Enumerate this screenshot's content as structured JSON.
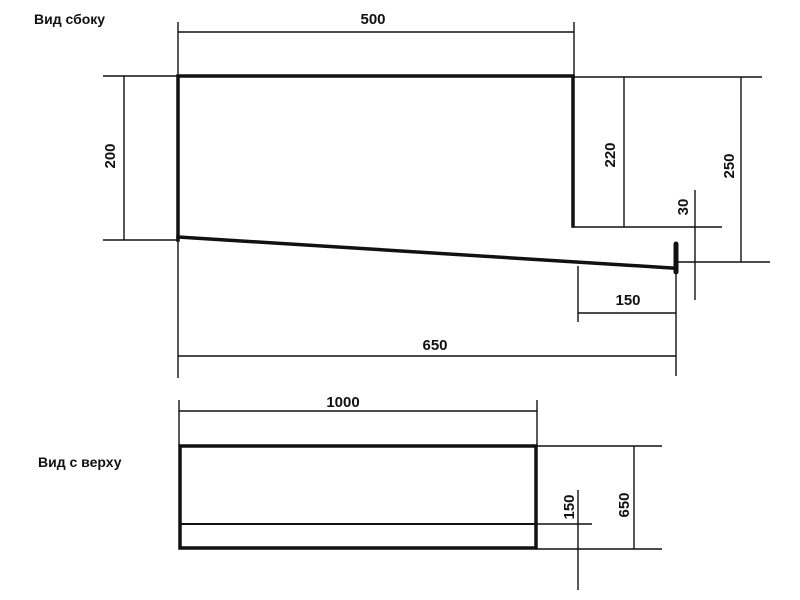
{
  "views": {
    "side": {
      "title": "Вид сбоку"
    },
    "top": {
      "title": "Вид с верху"
    }
  },
  "dimensions": {
    "side_length_top": "500",
    "side_height_left": "200",
    "side_height_right_inner": "220",
    "side_height_right_outer": "250",
    "side_offset_small": "30",
    "side_bottom_segment": "150",
    "side_length_total": "650",
    "top_length": "1000",
    "top_strip_width": "150",
    "top_width_total": "650"
  }
}
